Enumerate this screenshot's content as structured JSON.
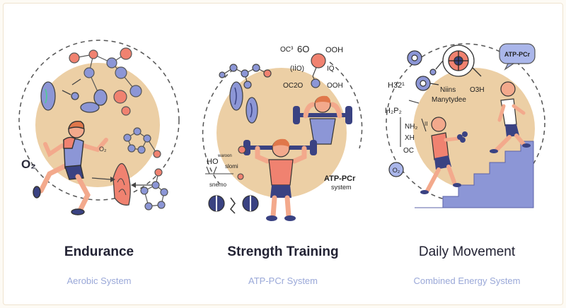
{
  "colors": {
    "beige": "#eccfa5",
    "coral": "#f08270",
    "blue": "#8c96d6",
    "skin": "#f3a98c",
    "navy": "#3a4282",
    "subtitle": "#9aa8d8"
  },
  "panels": [
    {
      "title": "Endurance",
      "subtitle": "Aerobic System",
      "labels": {
        "oxygen": "O₂",
        "oxygen_small": "O₂"
      }
    },
    {
      "title": "Strength Training",
      "subtitle": "ATP-PCr System",
      "labels": {
        "top_o3": "OC³",
        "top_60": "6O",
        "top_ooh1": "OOH",
        "top_ooh2": "OOH",
        "top_i10": "(IİO)",
        "top_iq": "IQ",
        "top_oc20": "OC2O",
        "left_ho": "HO",
        "left_waroon": "waroon",
        "left_slomi": "slomi",
        "left_snemo": "snemo",
        "atp_pcr": "ATP-PCr",
        "system": "system"
      }
    },
    {
      "title": "Daily Movement",
      "subtitle": "Combined Energy System",
      "labels": {
        "badge": "ATP-PCr",
        "h32": "H32¹",
        "niins": "Niins",
        "manytydee": "Manytydee",
        "o3h": "O3H",
        "h2p2": "H₂P₂",
        "nh2": "NH₂",
        "roman_ii": "II",
        "xh": "XH",
        "oc": "OC",
        "oxygen": "O₂"
      }
    }
  ]
}
